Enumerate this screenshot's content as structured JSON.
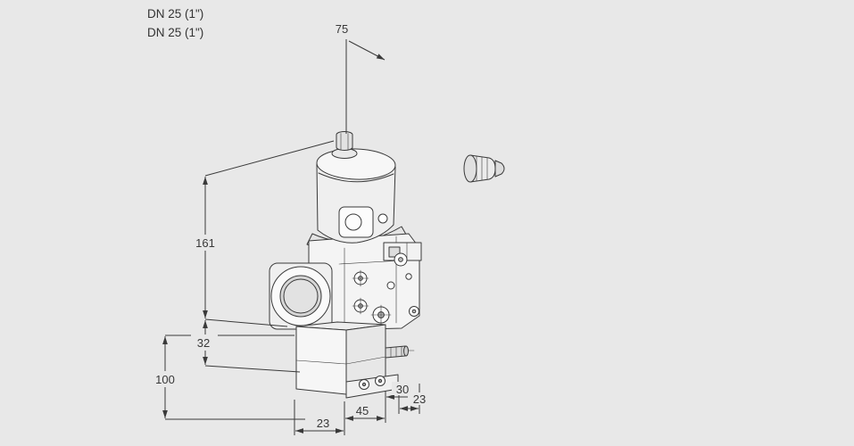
{
  "page": {
    "background": "#e8e8e8",
    "line_color": "#3a3a3a"
  },
  "labels": {
    "dn_line1": "DN 25 (1\")",
    "dn_line2": "DN 25 (1\")"
  },
  "dimensions": {
    "top_width": "75",
    "body_height": "161",
    "flange_offset": "32",
    "lower_height": "100",
    "bottom_depth": "30",
    "bottom_right_width": "23",
    "bottom_width": "45",
    "bottom_left_width": "23"
  }
}
